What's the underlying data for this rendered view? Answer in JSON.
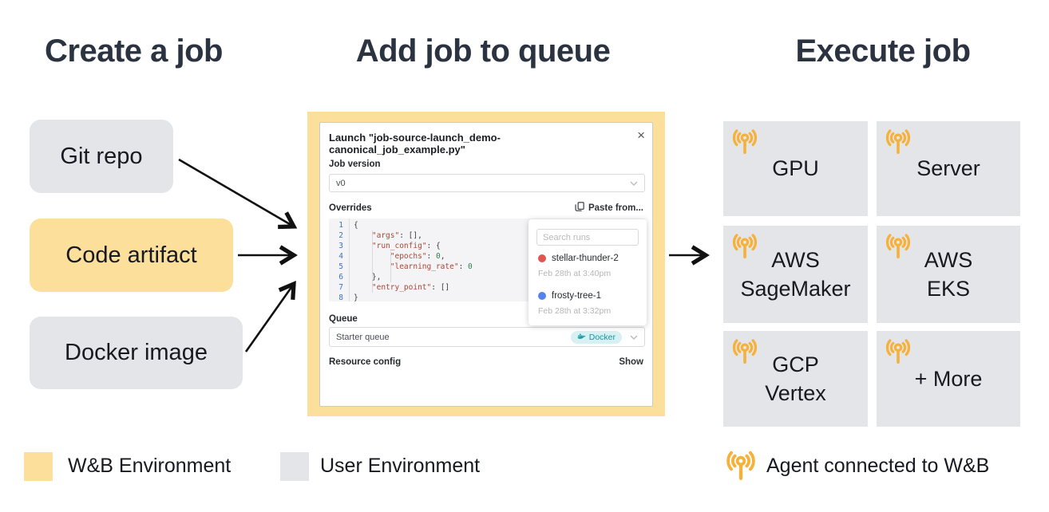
{
  "titles": {
    "create": "Create a job",
    "queue": "Add job to queue",
    "execute": "Execute job"
  },
  "create_boxes": [
    {
      "label": "Git repo",
      "env": "user"
    },
    {
      "label": "Code artifact",
      "env": "wandb"
    },
    {
      "label": "Docker image",
      "env": "user"
    }
  ],
  "execute_boxes": [
    {
      "line1": "GPU",
      "line2": ""
    },
    {
      "line1": "Server",
      "line2": ""
    },
    {
      "line1": "AWS",
      "line2": "SageMaker"
    },
    {
      "line1": "AWS",
      "line2": "EKS"
    },
    {
      "line1": "GCP",
      "line2": "Vertex"
    },
    {
      "line1": "+ More",
      "line2": ""
    }
  ],
  "modal": {
    "title": "Launch \"job-source-launch_demo-canonical_job_example.py\"",
    "close_glyph": "×",
    "job_version_label": "Job version",
    "job_version_value": "v0",
    "overrides_label": "Overrides",
    "paste_from_label": "Paste from...",
    "queue_label": "Queue",
    "queue_value": "Starter queue",
    "queue_badge_label": "Docker",
    "resource_config_label": "Resource config",
    "show_label": "Show",
    "code": {
      "nums": [
        "1",
        "2",
        "3",
        "4",
        "5",
        "6",
        "7",
        "8"
      ],
      "l1": {
        "a": "{"
      },
      "l2": {
        "a": "    ",
        "s": "\"args\"",
        "b": ": [],"
      },
      "l3": {
        "a": "    ",
        "s": "\"run_config\"",
        "b": ": {"
      },
      "l4": {
        "a": "        ",
        "s": "\"epochs\"",
        "b": ": ",
        "n": "0",
        "c": ","
      },
      "l5": {
        "a": "        ",
        "s": "\"learning_rate\"",
        "b": ": ",
        "n": "0"
      },
      "l6": {
        "a": "    },"
      },
      "l7": {
        "a": "    ",
        "s": "\"entry_point\"",
        "b": ": []"
      },
      "l8": {
        "a": "}"
      }
    },
    "popup": {
      "search_placeholder": "Search runs",
      "runs": [
        {
          "name": "stellar-thunder-2",
          "time": "Feb 28th at 3:40pm",
          "dot_color": "#df5650"
        },
        {
          "name": "frosty-tree-1",
          "time": "Feb 28th at 3:32pm",
          "dot_color": "#5384ec"
        }
      ]
    }
  },
  "legend": {
    "wandb": "W&B Environment",
    "user": "User Environment",
    "agent": "Agent connected to W&B"
  },
  "colors": {
    "wandb_yellow": "#fbdf9b",
    "user_gray": "#e4e5e9",
    "agent_gold": "#f5b13a",
    "title_dark": "#2b3340",
    "box_text": "#16191f",
    "docker_bg": "#d9f0f2",
    "docker_text": "#0b9aa8",
    "code_num": "#3b73c4",
    "code_str": "#a94735",
    "code_val": "#2e8049",
    "arrow": "#111111"
  }
}
